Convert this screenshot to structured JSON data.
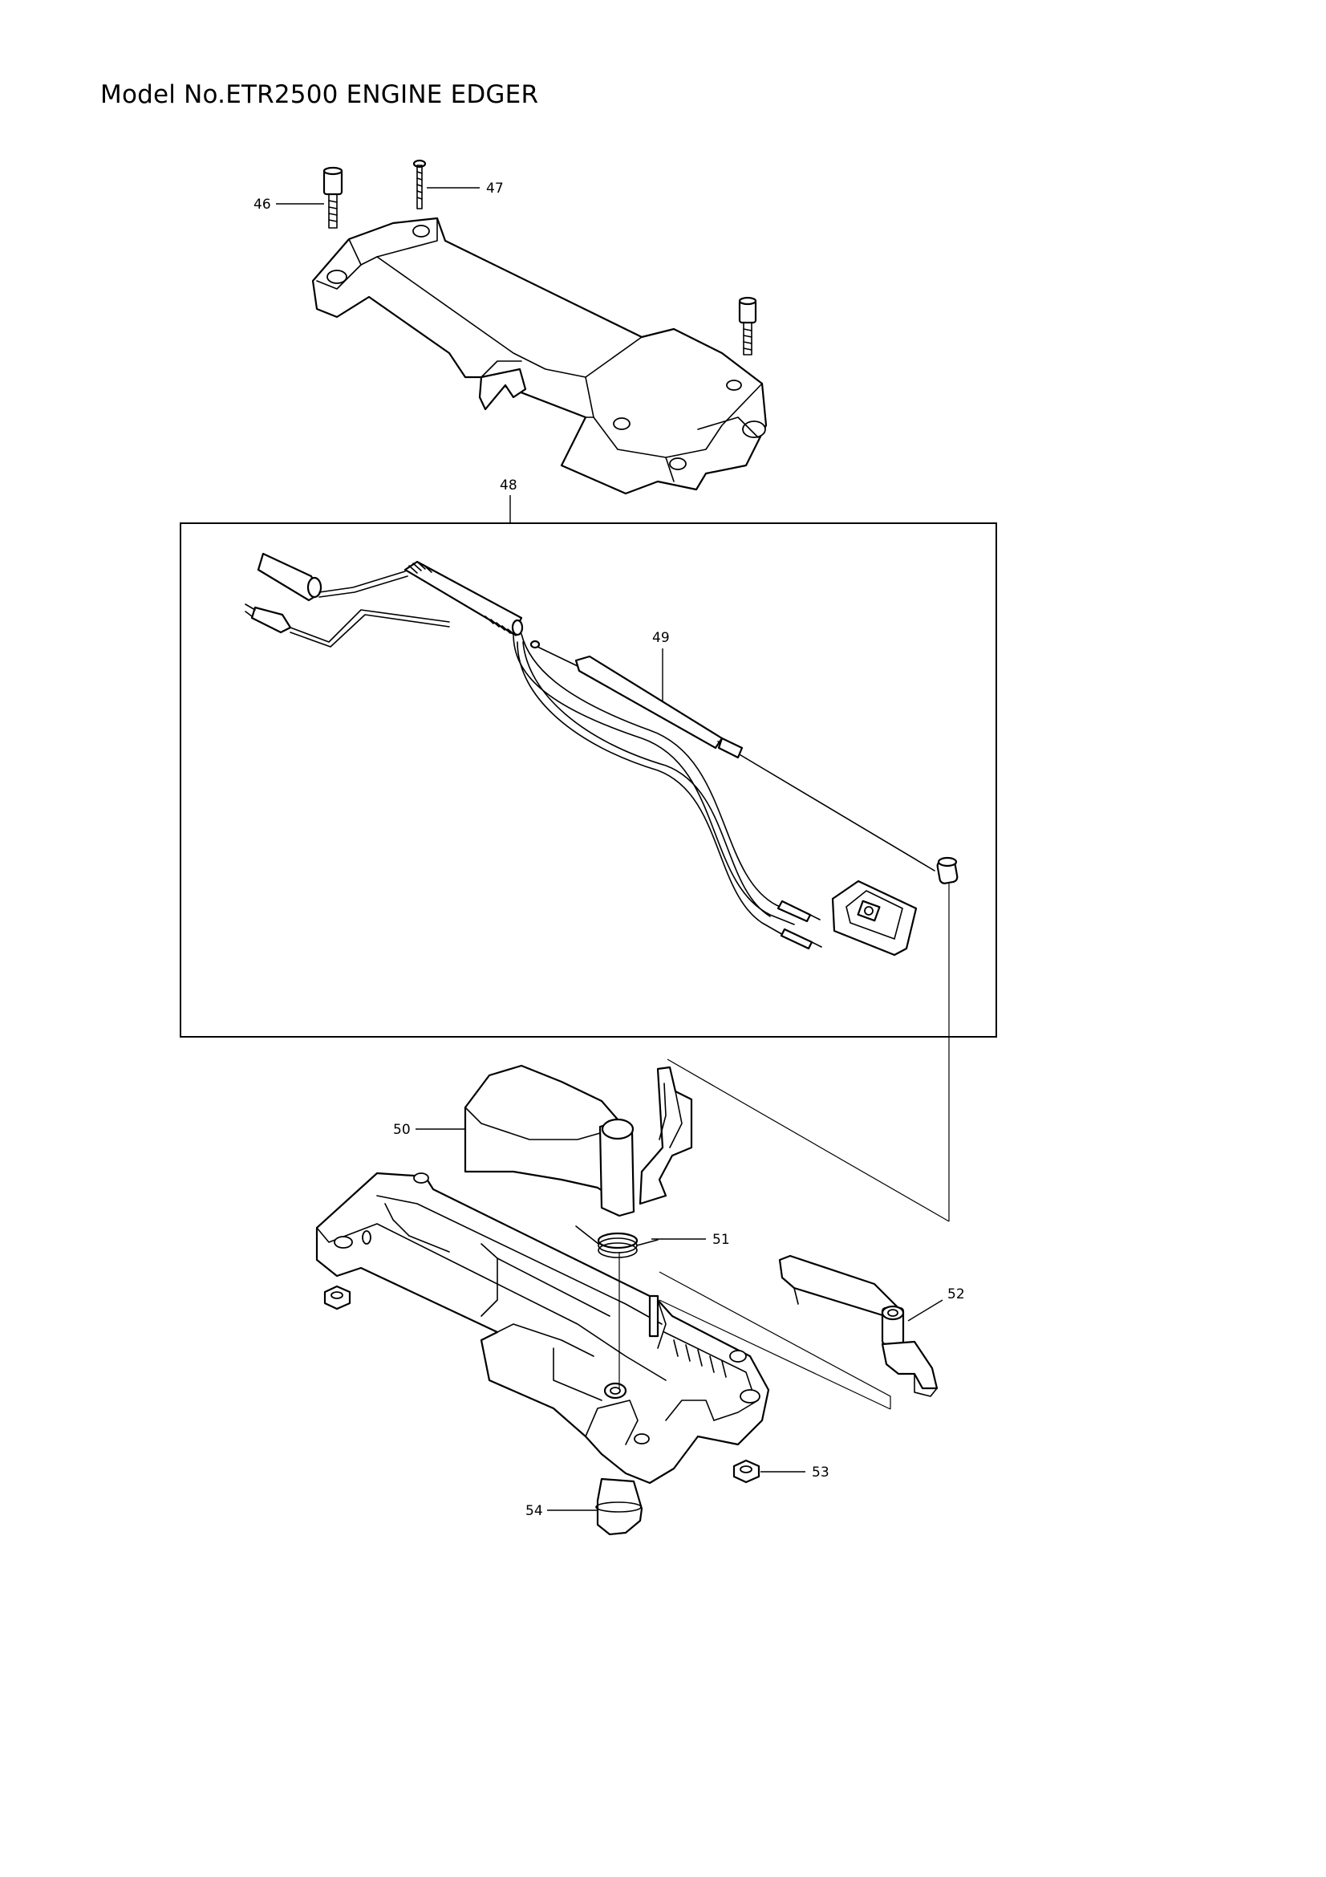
{
  "title": "Model No.ETR2500 ENGINE EDGER",
  "part_refs": {
    "p46": "46",
    "p47": "47",
    "p48": "48",
    "p49": "49",
    "p50": "50",
    "p51": "51",
    "p52": "52",
    "p53": "53",
    "p54": "54"
  }
}
